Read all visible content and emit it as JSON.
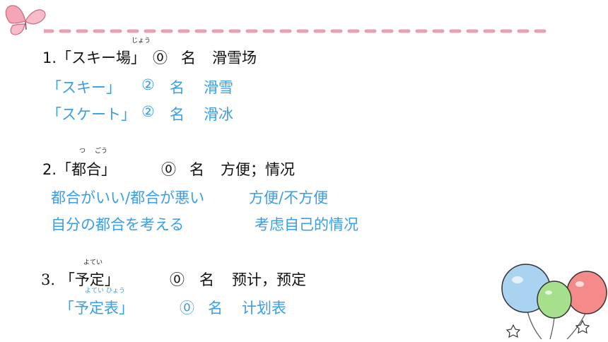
{
  "entries": [
    {
      "headword": "1.「スキー場」",
      "furigana": "じょう",
      "accent": "⓪",
      "pos": "名",
      "meaning": "滑雪场",
      "related": [
        {
          "word": "「スキー」",
          "accent": "②",
          "pos": "名",
          "meaning": "滑雪"
        },
        {
          "word": "「スケート」",
          "accent": "②",
          "pos": "名",
          "meaning": "滑冰"
        }
      ]
    },
    {
      "headword": "2.「都合」",
      "furigana_1": "つ",
      "furigana_2": "ごう",
      "accent": "⓪",
      "pos": "名",
      "meaning": "方便；情况",
      "examples": [
        {
          "jp": "都合がいい/都合が悪い",
          "cn": "方便/不方便"
        },
        {
          "jp": "自分の都合を考える",
          "cn": "考虑自己的情况"
        }
      ]
    },
    {
      "headword": "3. 「予定」",
      "furigana": "よてい",
      "accent": "⓪",
      "pos": "名",
      "meaning": "预计，预定",
      "related": [
        {
          "word": "「予定表」",
          "furigana": "よてい ひょう",
          "accent": "⓪",
          "pos": "名",
          "meaning": "计划表"
        }
      ]
    }
  ],
  "colors": {
    "accent_blue": "#3a9ee4",
    "dash_pink": "#e8a0b0",
    "butterfly_pink": "#f4a6b4",
    "balloon_blue": "#a8d4f2",
    "balloon_green": "#a6e08c",
    "balloon_pink": "#f48a8a"
  },
  "icons": [
    "butterfly-icon",
    "balloons-icon",
    "star-icon"
  ]
}
